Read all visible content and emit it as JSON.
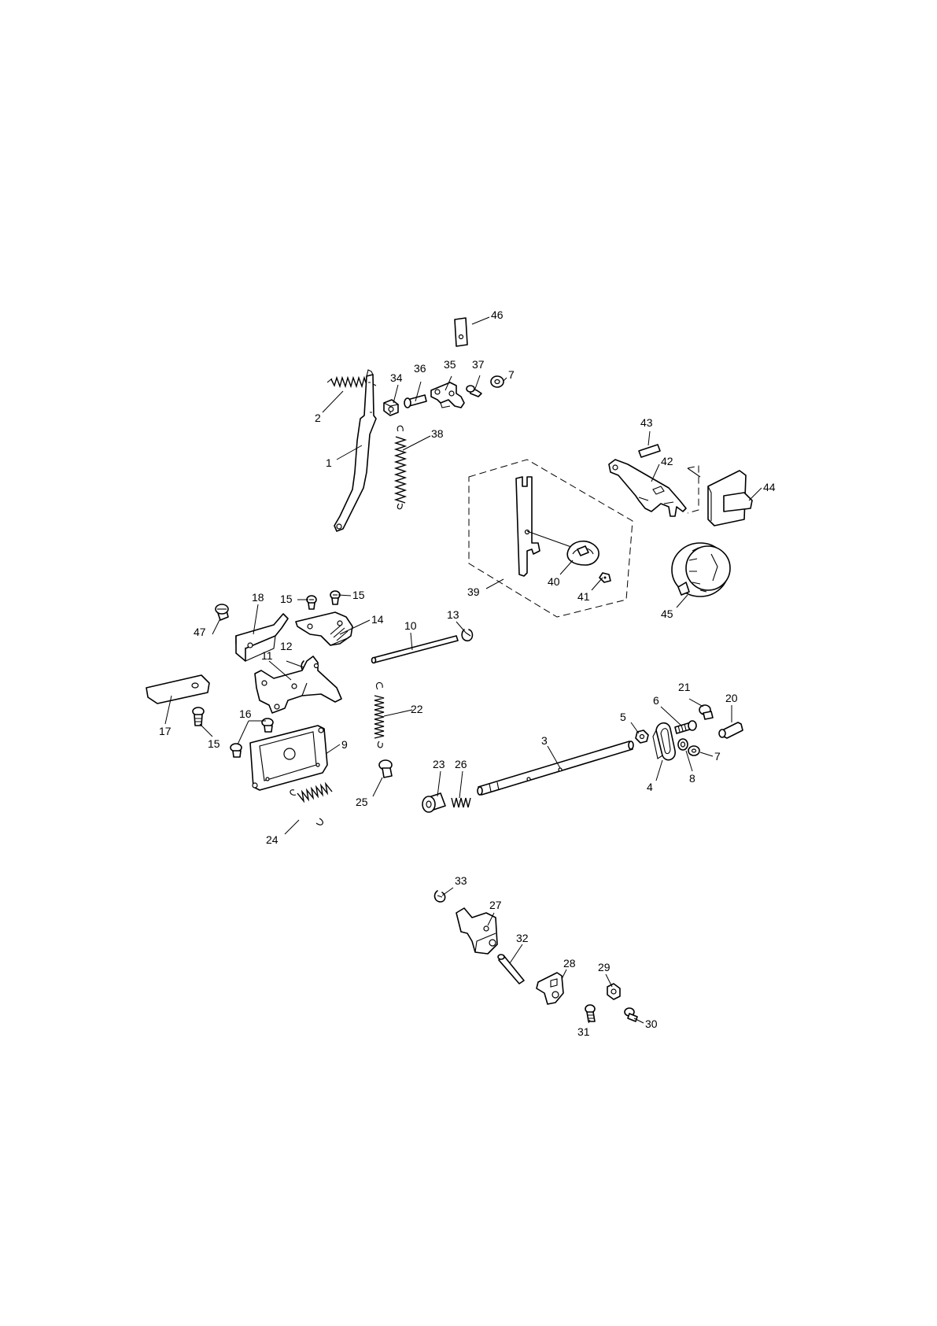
{
  "diagram": {
    "line_color": "#000000",
    "background": "#ffffff",
    "callouts": {
      "c1": "1",
      "c2": "2",
      "c3": "3",
      "c4": "4",
      "c5": "5",
      "c6": "6",
      "c7a": "7",
      "c7b": "7",
      "c8": "8",
      "c9": "9",
      "c10": "10",
      "c11": "11",
      "c12": "12",
      "c13": "13",
      "c14": "14",
      "c15a": "15",
      "c15b": "15",
      "c15c": "15",
      "c16": "16",
      "c17": "17",
      "c18": "18",
      "c20": "20",
      "c21": "21",
      "c22": "22",
      "c23": "23",
      "c24": "24",
      "c25": "25",
      "c26": "26",
      "c27": "27",
      "c28": "28",
      "c29": "29",
      "c30": "30",
      "c31": "31",
      "c32": "32",
      "c33": "33",
      "c34": "34",
      "c35": "35",
      "c36": "36",
      "c37": "37",
      "c38": "38",
      "c39": "39",
      "c40": "40",
      "c41": "41",
      "c42": "42",
      "c43": "43",
      "c44": "44",
      "c45": "45",
      "c46": "46",
      "c47": "47"
    }
  }
}
